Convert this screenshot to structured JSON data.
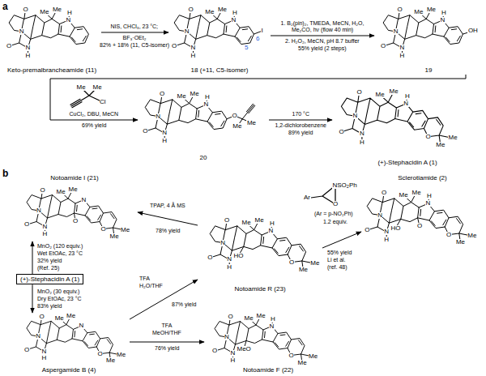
{
  "diagram": {
    "nodes": [
      {
        "text": [
          "Keto-premalbrancheamide (11)"
        ]
      },
      {
        "text": [
          "18 (+11, C5-isomer)"
        ]
      },
      {
        "text": [
          "19"
        ]
      },
      {
        "text": [
          "20"
        ]
      },
      {
        "text": [
          "(+)-Stephacidin A (1)"
        ]
      },
      {
        "text": [
          "Notoamide I (21)"
        ]
      },
      {
        "text": [
          "Sclerotiamide (2)"
        ]
      },
      {
        "text": [
          "(+)-Stephacidin A (1)"
        ]
      },
      {
        "text": [
          "Notoamide R (23)"
        ]
      },
      {
        "text": [
          "Aspergamide B (4)"
        ]
      },
      {
        "text": [
          "Notoamide F (22)"
        ]
      }
    ],
    "edges": [
      {
        "from": 0,
        "to": 1,
        "label": "NIS, CHCl₃, 23 °C;",
        "arrow": "to"
      },
      {
        "from": 1,
        "to": 2,
        "label": "1. B₂(pin)₂, TMEDA, MeCN, H₂O, Me₂CO, hν (flow 40 min)",
        "arrow": "to"
      },
      {
        "from": 2,
        "to": 3,
        "label": "CuCl₂, DBU, MeCN",
        "arrow": "to"
      },
      {
        "from": 3,
        "to": 4,
        "label": "170 °C",
        "arrow": "to"
      },
      {
        "from": 7,
        "to": 5,
        "label": "MnO₂ (120 equiv.)",
        "arrow": "to"
      },
      {
        "from": 7,
        "to": 9,
        "label": "MnO₂ (30 equiv.)",
        "arrow": "to"
      },
      {
        "from": 8,
        "to": 5,
        "label": "TPAP, 4 Å MS",
        "arrow": "to"
      },
      {
        "from": 8,
        "to": 6,
        "label": "1.2 equiv.",
        "arrow": "to"
      },
      {
        "from": 9,
        "to": 8,
        "label": "TFA",
        "arrow": "to"
      },
      {
        "from": 9,
        "to": 10,
        "label": "TFA",
        "arrow": "to"
      }
    ],
    "labels": [
      "a",
      "BF₃·OEt₂",
      "82% + 18% (11, C5-isomer)",
      "2. H₂O₂, MeCN, pH 8.7 buffer",
      "55% yield (2 steps)",
      "69% yield",
      "1,2-dichlorobenzene",
      "89% yield",
      "b",
      "Wet EtOAc, 23 °C",
      "32% yield",
      "(Ref. 25)",
      "Dry EtOAc, 23 °C",
      "83% yield",
      "78% yield",
      "H₂O/THF",
      "87% yield",
      "MeOH/THF",
      "76% yield",
      "(Ar = p-NO₂Ph)",
      "55% yield",
      "Li et al.",
      "(ref. 48)",
      "Me",
      "Me",
      "Cl",
      "NSO₂Ph",
      "O",
      "Ar",
      "O",
      "N",
      "O",
      "N",
      "H",
      "Me",
      "Me",
      "N",
      "H",
      "O",
      "N",
      "O",
      "N",
      "H",
      "Me",
      "Me",
      "N",
      "H",
      "I",
      "6",
      "5",
      "O",
      "N",
      "O",
      "N",
      "H",
      "Me",
      "Me",
      "N",
      "H",
      "OH",
      "O",
      "N",
      "O",
      "N",
      "H",
      "Me",
      "Me",
      "N",
      "H",
      "O",
      "Me",
      "Me",
      "O",
      "N",
      "O",
      "N",
      "H",
      "Me",
      "Me",
      "N",
      "H",
      "O",
      "Me",
      "Me",
      "O",
      "N",
      "O",
      "N",
      "H",
      "Me",
      "Me",
      "N",
      "O",
      "Me",
      "Me",
      "O",
      "O",
      "N",
      "O",
      "N",
      "H",
      "Me",
      "Me",
      "N",
      "H",
      "O",
      "Me",
      "Me",
      "HO",
      "O",
      "O",
      "N",
      "O",
      "N",
      "H",
      "Me",
      "Me",
      "N",
      "H",
      "O",
      "Me",
      "Me",
      "HO",
      "O",
      "N",
      "O",
      "N",
      "H",
      "Me",
      "Me",
      "N",
      "O",
      "Me",
      "Me",
      "O",
      "N",
      "O",
      "N",
      "H",
      "Me",
      "Me",
      "N",
      "H",
      "O",
      "Me",
      "Me",
      "MeO"
    ]
  }
}
